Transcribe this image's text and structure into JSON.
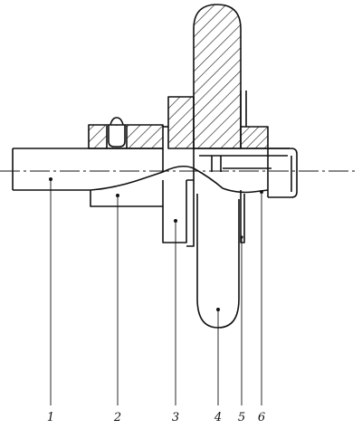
{
  "diagram": {
    "ink_color": "#111111",
    "labels": [
      {
        "id": "1",
        "text": "1"
      },
      {
        "id": "2",
        "text": "2"
      },
      {
        "id": "3",
        "text": "3"
      },
      {
        "id": "4",
        "text": "4"
      },
      {
        "id": "5",
        "text": "5"
      },
      {
        "id": "6",
        "text": "6"
      }
    ]
  }
}
